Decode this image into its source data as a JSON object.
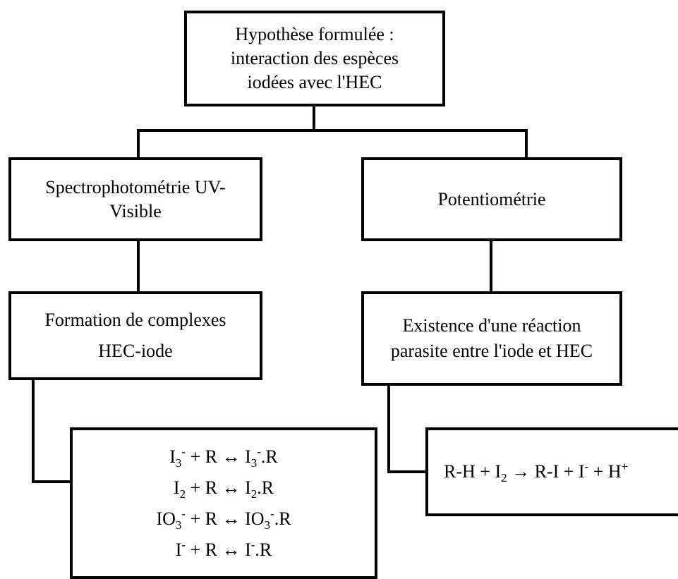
{
  "nodes": {
    "hypothesis": [
      "Hypothèse formulée :",
      "interaction des espèces",
      "iodées avec l'HEC"
    ],
    "spectro": [
      "Spectrophotométrie UV-",
      "Visible"
    ],
    "potentio": [
      "Potentiométrie"
    ],
    "formation": [
      "Formation de complexes",
      "HEC-iode"
    ],
    "existence": [
      "Existence d'une réaction",
      "parasite entre l'iode et HEC"
    ]
  },
  "equations_left": [
    [
      {
        "t": "I"
      },
      {
        "t": "3",
        "sub": true
      },
      {
        "t": "-",
        "sup": true
      },
      {
        "t": " + R ↔ I"
      },
      {
        "t": "3",
        "sub": true
      },
      {
        "t": "-",
        "sup": true
      },
      {
        "t": ".R"
      }
    ],
    [
      {
        "t": "I"
      },
      {
        "t": "2",
        "sub": true
      },
      {
        "t": " + R ↔ I"
      },
      {
        "t": "2",
        "sub": true
      },
      {
        "t": ".R"
      }
    ],
    [
      {
        "t": "IO"
      },
      {
        "t": "3",
        "sub": true
      },
      {
        "t": "-",
        "sup": true
      },
      {
        "t": " + R ↔ IO"
      },
      {
        "t": "3",
        "sub": true
      },
      {
        "t": "-",
        "sup": true
      },
      {
        "t": ".R"
      }
    ],
    [
      {
        "t": "I"
      },
      {
        "t": "-",
        "sup": true
      },
      {
        "t": " + R ↔ I"
      },
      {
        "t": "-",
        "sup": true
      },
      {
        "t": ".R"
      }
    ]
  ],
  "equation_right": [
    {
      "t": "R-H + I"
    },
    {
      "t": "2",
      "sub": true
    },
    {
      "t": " → R-I + I"
    },
    {
      "t": "-",
      "sup": true
    },
    {
      "t": " + H"
    },
    {
      "t": "+",
      "sup": true
    }
  ]
}
